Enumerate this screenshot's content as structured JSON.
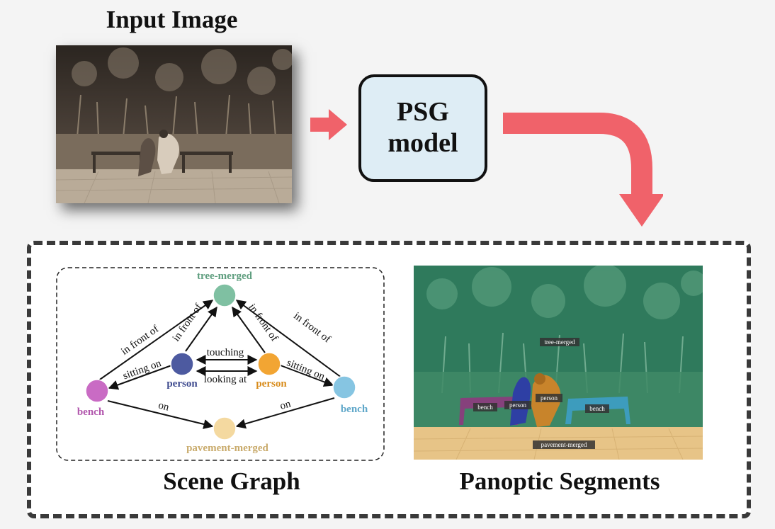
{
  "input_title": "Input Image",
  "model": {
    "line1": "PSG",
    "line2": "model"
  },
  "captions": {
    "scene_graph": "Scene Graph",
    "panoptic": "Panoptic Segments"
  },
  "graph": {
    "nodes": {
      "tree": {
        "label": "tree-merged",
        "color": "#7fc0a2",
        "label_color": "#5f9e7f"
      },
      "person_left": {
        "label": "person",
        "color": "#4d5aa0",
        "label_color": "#3f4b8f"
      },
      "person_right": {
        "label": "person",
        "color": "#f2a533",
        "label_color": "#d88c1c"
      },
      "bench_left": {
        "label": "bench",
        "color": "#c96bc4",
        "label_color": "#b257ad"
      },
      "bench_right": {
        "label": "bench",
        "color": "#86c5e2",
        "label_color": "#5fa7c9"
      },
      "pavement": {
        "label": "pavement-merged",
        "color": "#f4d9a0",
        "label_color": "#c9ab6c"
      }
    },
    "edges": {
      "e1": "in front of",
      "e2": "in front of",
      "e3": "in front of",
      "e4": "in front of",
      "e5": "touching",
      "e6": "looking at",
      "e7": "sitting on",
      "e8": "sitting on",
      "e9": "on",
      "e10": "on"
    }
  },
  "segments": {
    "tree": "tree-merged",
    "bench_left": "bench",
    "person_left": "person",
    "person_right": "person",
    "bench_right": "bench",
    "pavement": "pavement-merged"
  },
  "colors": {
    "arrow": "#f0626a",
    "panel_border": "#3a3a3a",
    "model_bg": "#deedf5"
  }
}
